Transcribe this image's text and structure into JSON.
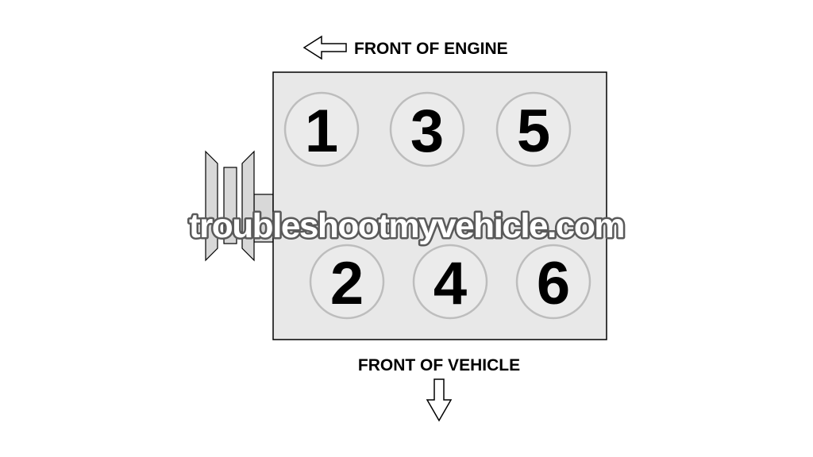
{
  "labels": {
    "front_of_engine": "FRONT OF ENGINE",
    "front_of_vehicle": "FRONT OF VEHICLE"
  },
  "watermark": "troubleshootmyvehicle.com",
  "cylinders": {
    "top_row": [
      "1",
      "3",
      "5"
    ],
    "bottom_row": [
      "2",
      "4",
      "6"
    ]
  },
  "icons": {
    "front_of_engine_arrow": "arrow-left-icon",
    "front_of_vehicle_arrow": "arrow-down-icon",
    "pulley": "crankshaft-pulley-icon"
  },
  "colors": {
    "block_fill": "#e8e8e8",
    "cylinder_ring": "#bdbdbd",
    "outline": "#000000",
    "watermark_stroke": "#5a5a5a"
  }
}
